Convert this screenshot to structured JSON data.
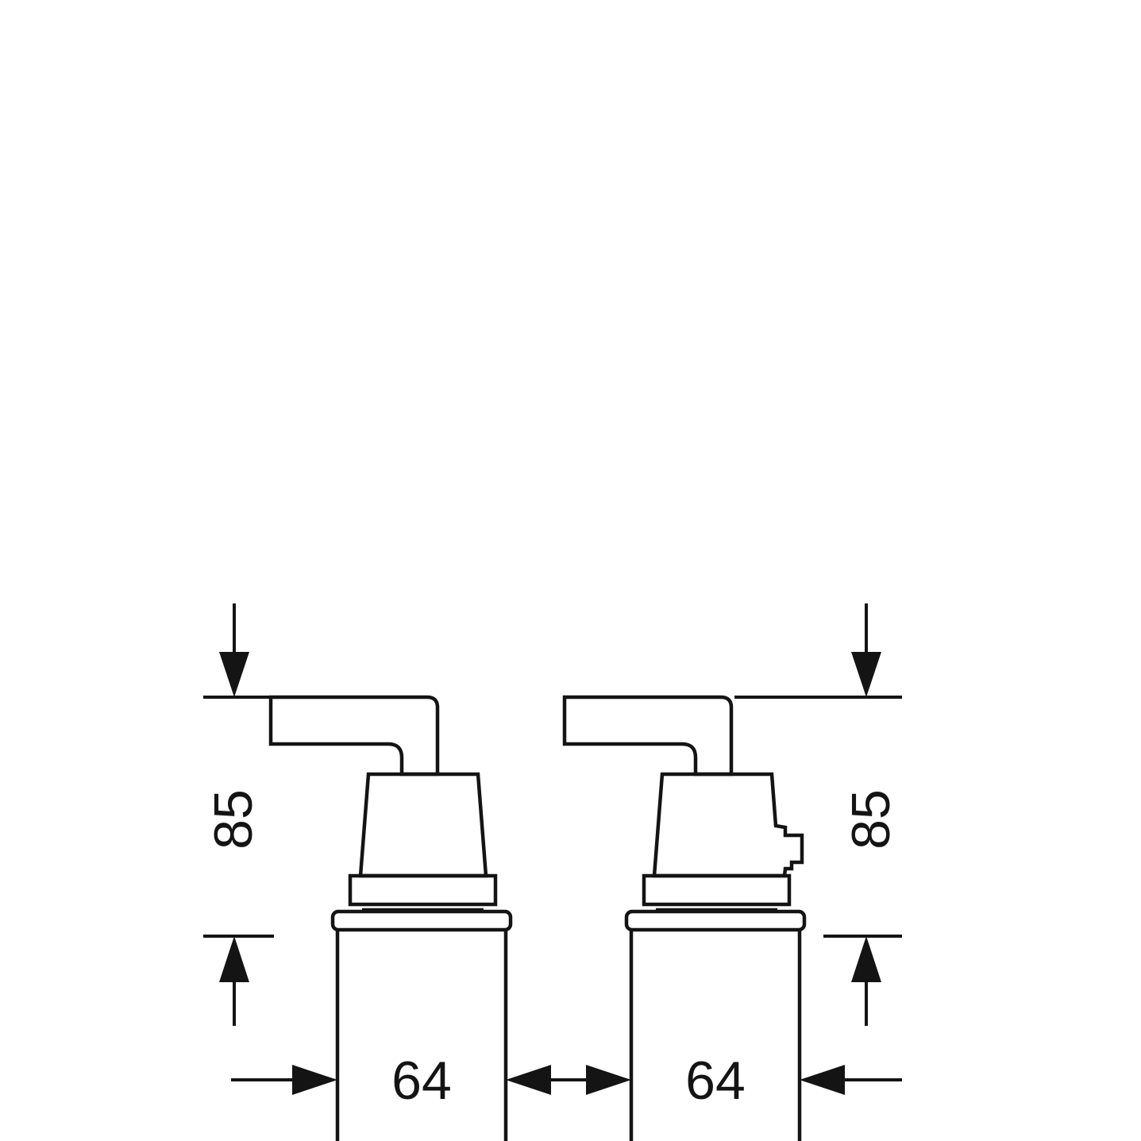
{
  "drawing": {
    "labels": {
      "height_left": "85",
      "height_right": "85",
      "width_left": "64",
      "width_right": "64"
    },
    "colors": {
      "line": "#141414",
      "background": "#ffffff"
    }
  }
}
